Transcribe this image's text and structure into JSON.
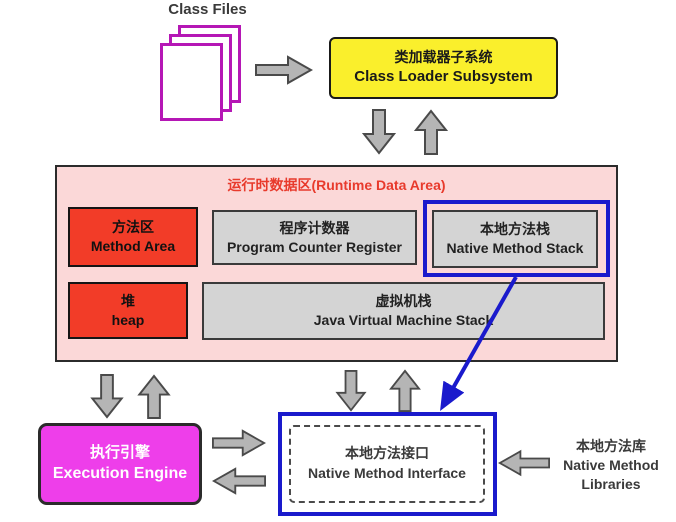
{
  "colors": {
    "background": "#ffffff",
    "class_file_border": "#b517b5",
    "class_loader_fill": "#faef2c",
    "runtime_area_fill": "#fbd8d8",
    "runtime_title_text": "#e83a2c",
    "red_node_fill": "#f23c28",
    "gray_node_fill": "#d4d4d4",
    "execution_engine_fill": "#ee3eea",
    "highlight_blue": "#1a1acc",
    "arrow_fill": "#b5b5b5",
    "arrow_stroke": "#4a4a4a"
  },
  "class_files": {
    "label": "Class Files"
  },
  "class_loader": {
    "zh": "类加载器子系统",
    "en": "Class Loader Subsystem"
  },
  "runtime_area": {
    "title": "运行时数据区(Runtime Data Area)",
    "method_area": {
      "zh": "方法区",
      "en": "Method Area"
    },
    "pc_register": {
      "zh": "程序计数器",
      "en": "Program Counter Register"
    },
    "native_method_stack": {
      "zh": "本地方法栈",
      "en": "Native Method Stack"
    },
    "heap": {
      "zh": "堆",
      "en": "heap"
    },
    "jvm_stack": {
      "zh": "虚拟机栈",
      "en": "Java Virtual Machine Stack"
    }
  },
  "execution_engine": {
    "zh": "执行引擎",
    "en": "Execution Engine"
  },
  "native_method_interface": {
    "zh": "本地方法接口",
    "en": "Native Method Interface"
  },
  "native_method_libraries": {
    "zh": "本地方法库",
    "en1": "Native Method",
    "en2": "Libraries"
  }
}
